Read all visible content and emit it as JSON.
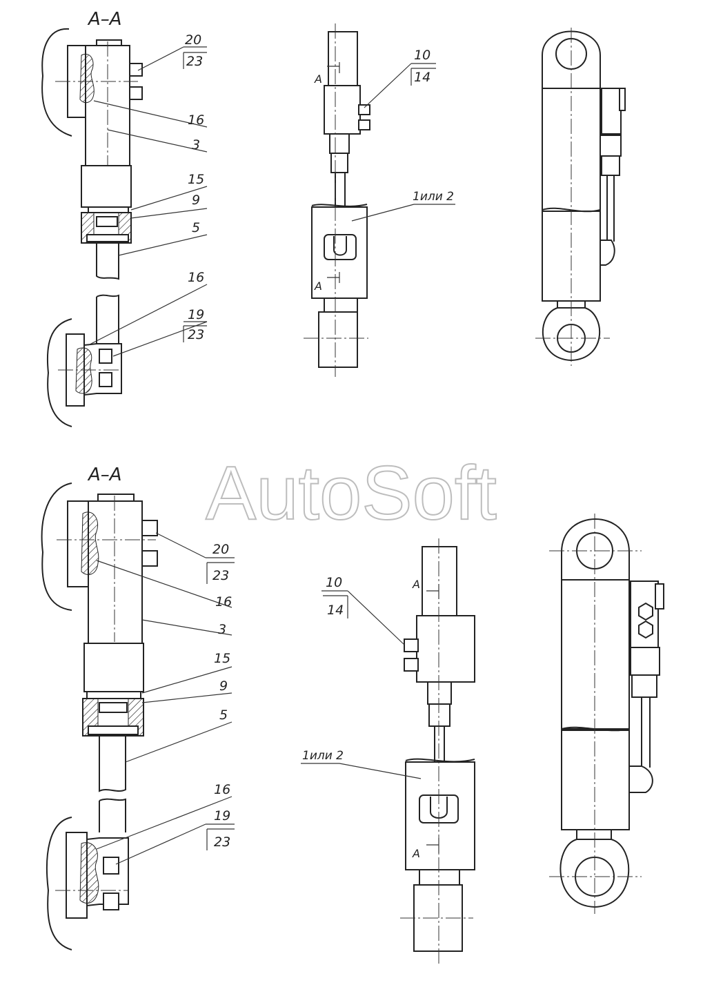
{
  "sections": {
    "top_left": "А–А",
    "bottom_left": "А–А"
  },
  "section_marks": {
    "a": "А"
  },
  "callouts": {
    "c20": "20",
    "c23": "23",
    "c16": "16",
    "c3": "3",
    "c15": "15",
    "c9": "9",
    "c5": "5",
    "c19": "19",
    "c10": "10",
    "c14": "14",
    "c1or2": "1или 2"
  },
  "watermark": "AutoSoft"
}
